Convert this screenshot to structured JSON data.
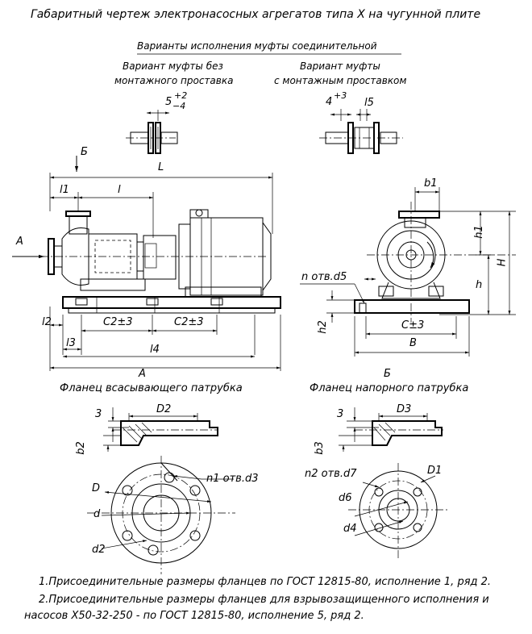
{
  "title": "Габаритный чертеж электронасосных агрегатов типа Х на чугунной плите",
  "coupling": {
    "heading": "Варианты исполнения муфты соединительной",
    "variant1_line1": "Вариант муфты без",
    "variant1_line2": "монтажного проставка",
    "variant2_line1": "Вариант муфты",
    "variant2_line2": "с монтажным проставком",
    "dim1_base": "5",
    "dim1_upper": "+2",
    "dim1_lower": "−4",
    "dim2_base": "4",
    "dim2_upper": "+3",
    "dim2_l5": "l5"
  },
  "side_view": {
    "label_b_arrow": "Б",
    "label_a_arrow": "А",
    "dim_L": "L",
    "dim_l1": "l1",
    "dim_l": "l",
    "dim_l2": "l2",
    "dim_l3": "l3",
    "dim_l4": "l4",
    "dim_c2_1": "C2±3",
    "dim_c2_2": "C2±3",
    "view_label": "А"
  },
  "end_view": {
    "dim_b1": "b1",
    "dim_h1": "h1",
    "dim_H": "H",
    "dim_h": "h",
    "dim_h2": "h2",
    "holes_label": "n отв.d5",
    "dim_c": "C±3",
    "dim_B": "B",
    "view_label": "Б"
  },
  "suction_flange": {
    "heading": "Фланец всасывающего патрубка",
    "dim_3": "3",
    "dim_D2": "D2",
    "dim_b2": "b2",
    "holes_label": "n1 отв.d3",
    "dim_D": "D",
    "dim_d": "d",
    "dim_d2": "d2"
  },
  "discharge_flange": {
    "heading": "Фланец напорного патрубка",
    "dim_3": "3",
    "dim_D3": "D3",
    "dim_b3": "b3",
    "holes_label": "n2 отв.d7",
    "dim_D1": "D1",
    "dim_d6": "d6",
    "dim_d4": "d4"
  },
  "notes": {
    "note1": "1.Присоединительные размеры фланцев по ГОСТ 12815-80, исполнение 1, ряд 2.",
    "note2_line1": "2.Присоединительные размеры фланцев для взрывозащищенного исполнения и",
    "note2_line2": "насосов Х50-32-250 - по ГОСТ 12815-80, исполнение 5, ряд 2."
  }
}
